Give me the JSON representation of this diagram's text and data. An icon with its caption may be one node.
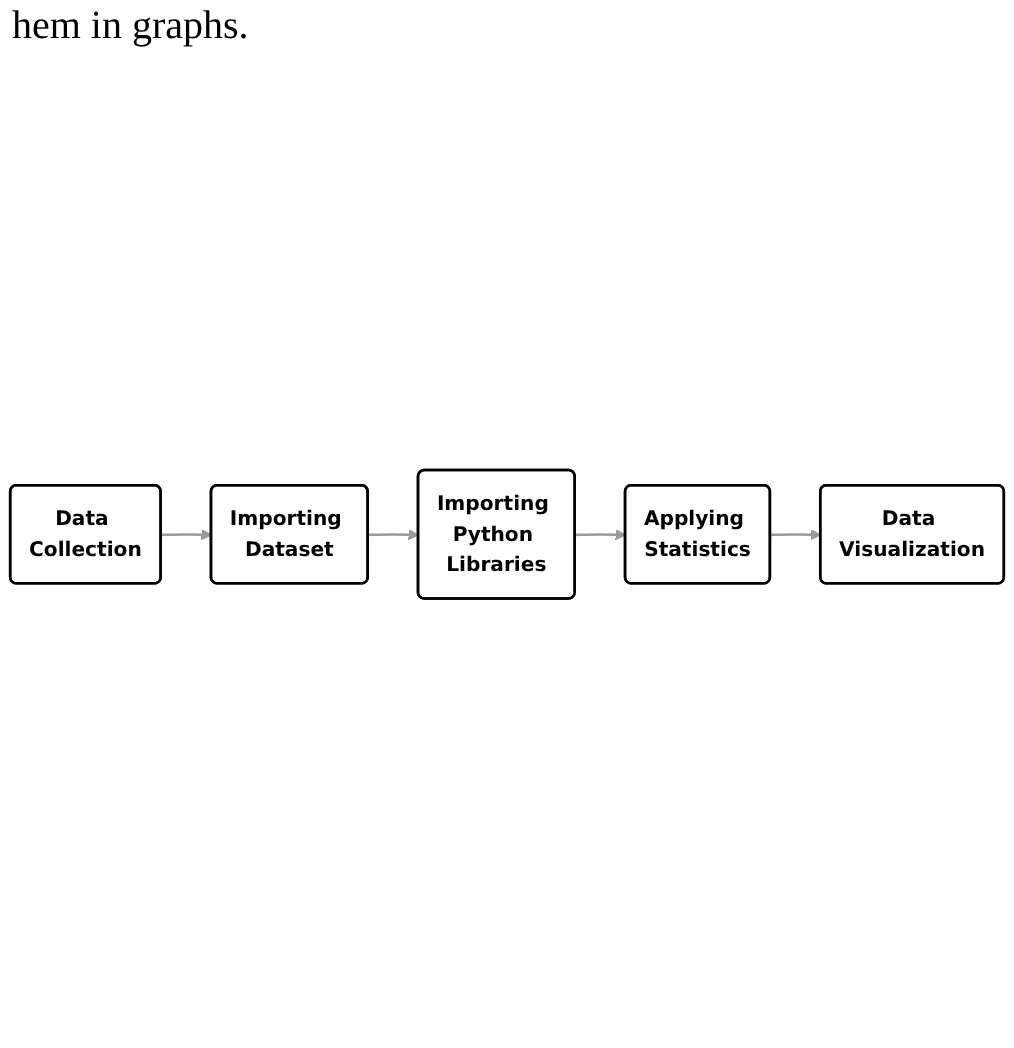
{
  "diagram": {
    "nodes": [
      {
        "text": [
          "Data Collection"
        ]
      },
      {
        "text": [
          "Importing Dataset"
        ]
      },
      {
        "text": [
          "Importing Python Libraries"
        ]
      },
      {
        "text": [
          "Applying Statistics"
        ]
      },
      {
        "text": [
          "Data Visualization"
        ]
      }
    ],
    "edges": [
      {
        "from": 0,
        "to": 1,
        "arrow": "to"
      },
      {
        "from": 1,
        "to": 2,
        "arrow": "to"
      },
      {
        "from": 2,
        "to": 3,
        "arrow": "to"
      },
      {
        "from": 3,
        "to": 4,
        "arrow": "to"
      }
    ],
    "labels": [
      "hem in graphs."
    ]
  }
}
